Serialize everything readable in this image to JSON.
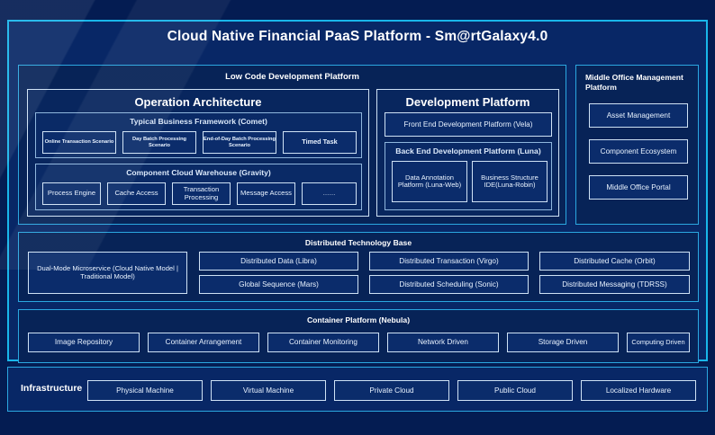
{
  "page": {
    "title": "Cloud Native Financial PaaS Platform - Sm@rtGalaxy4.0",
    "colors": {
      "background": "#041c52",
      "panel": "#082766",
      "inner_panel": "#072357",
      "accent_border": "#19b6ea",
      "section_border": "#2ba7e0",
      "chip_border": "#cfe2f5",
      "text": "#e8f2ff"
    }
  },
  "low_code": {
    "header": "Low Code Development Platform",
    "operation_architecture": {
      "title": "Operation Architecture",
      "groups": [
        {
          "title": "Typical Business Framework (Comet)",
          "items": [
            "Online Transaction Scenario",
            "Day Batch Processing Scenario",
            "End-of-Day Batch Processing Scenario",
            "Timed Task"
          ]
        },
        {
          "title": "Component Cloud Warehouse (Gravity)",
          "items": [
            "Process Engine",
            "Cache Access",
            "Transaction Processing",
            "Message Access",
            "……"
          ]
        }
      ]
    },
    "development_platform": {
      "title": "Development Platform",
      "front_end": "Front End Development Platform (Vela)",
      "back_end": {
        "title": "Back End Development Platform (Luna)",
        "items": [
          "Data Annotation Platform (Luna-Web)",
          "Business Structure IDE(Luna-Robin)"
        ]
      }
    }
  },
  "middle_office": {
    "header": "Middle Office Management Platform",
    "items": [
      "Asset Management",
      "Component Ecosystem",
      "Middle Office Portal"
    ]
  },
  "distributed_technology_base": {
    "header": "Distributed Technology Base",
    "highlight": "Dual-Mode Microservice (Cloud Native Model | Traditional Model)",
    "columns": [
      [
        "Distributed Data (Libra)",
        "Global Sequence (Mars)"
      ],
      [
        "Distributed Transaction (Virgo)",
        "Distributed Scheduling (Sonic)"
      ],
      [
        "Distributed Cache (Orbit)",
        "Distributed Messaging (TDRSS)"
      ]
    ]
  },
  "container_platform": {
    "header": "Container Platform (Nebula)",
    "items": [
      "Image Repository",
      "Container Arrangement",
      "Container Monitoring",
      "Network Driven",
      "Storage Driven",
      "Computing Driven"
    ]
  },
  "infrastructure": {
    "label": "Infrastructure",
    "items": [
      "Physical Machine",
      "Virtual Machine",
      "Private Cloud",
      "Public Cloud",
      "Localized Hardware"
    ]
  }
}
